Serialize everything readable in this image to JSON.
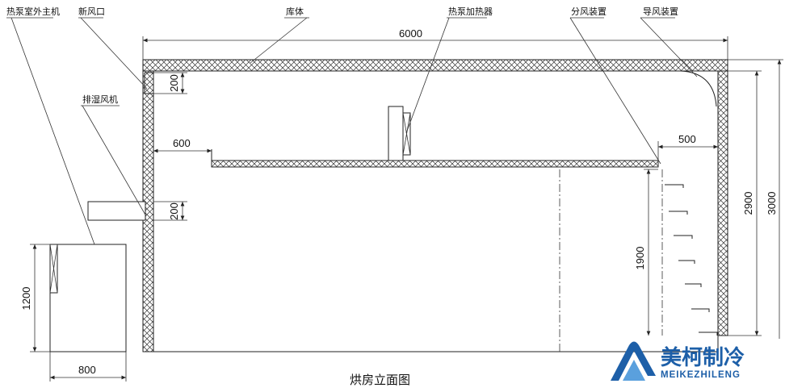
{
  "labels": {
    "outdoor_unit": "热泵室外主机",
    "fresh_air_inlet": "新风口",
    "cabinet": "库体",
    "heat_pump_heater": "热泵加热器",
    "air_splitter": "分风装置",
    "air_guide": "导风装置",
    "exhaust_fan": "排湿风机"
  },
  "dimensions": {
    "overall_length": "6000",
    "inlet_height": "200",
    "exhaust_height": "200",
    "shelf_offset": "600",
    "splitter_width": "500",
    "unit_height": "1200",
    "unit_width": "800",
    "inner_height": "2900",
    "outer_height": "3000",
    "splitter_height": "1900"
  },
  "title": "烘房立面图",
  "logo": {
    "cn": "美柯制冷",
    "en": "MEIKEZHILENG",
    "color": "#1d5fa8"
  }
}
